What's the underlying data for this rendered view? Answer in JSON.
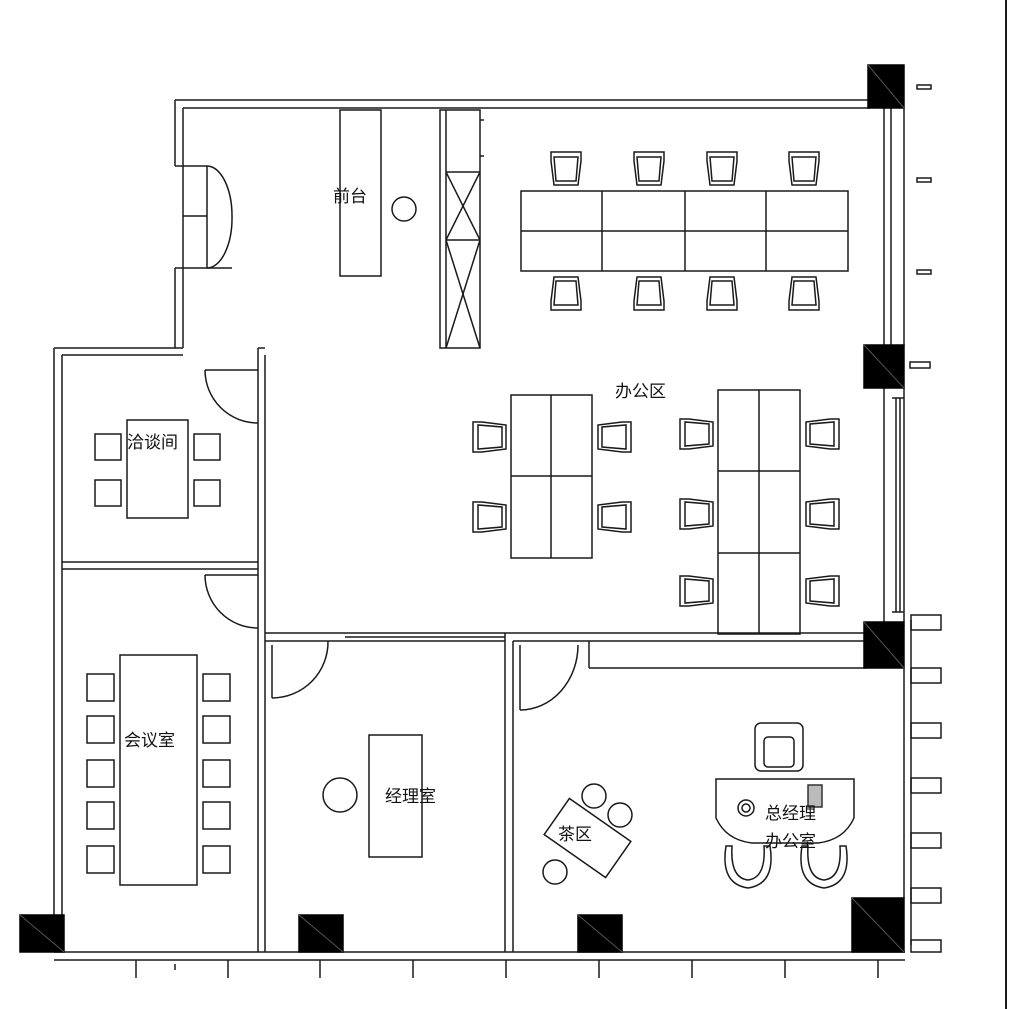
{
  "plan": {
    "labels": {
      "reception": "前台",
      "office_area": "办公区",
      "negotiation_room": "洽谈间",
      "meeting_room": "会议室",
      "manager_office": "经理室",
      "tea_area": "茶区",
      "gm_office_line1": "总经理",
      "gm_office_line2": "办公室"
    },
    "colors": {
      "line": "#1a1a1a",
      "column_fill": "#000000",
      "background": "#ffffff"
    }
  }
}
